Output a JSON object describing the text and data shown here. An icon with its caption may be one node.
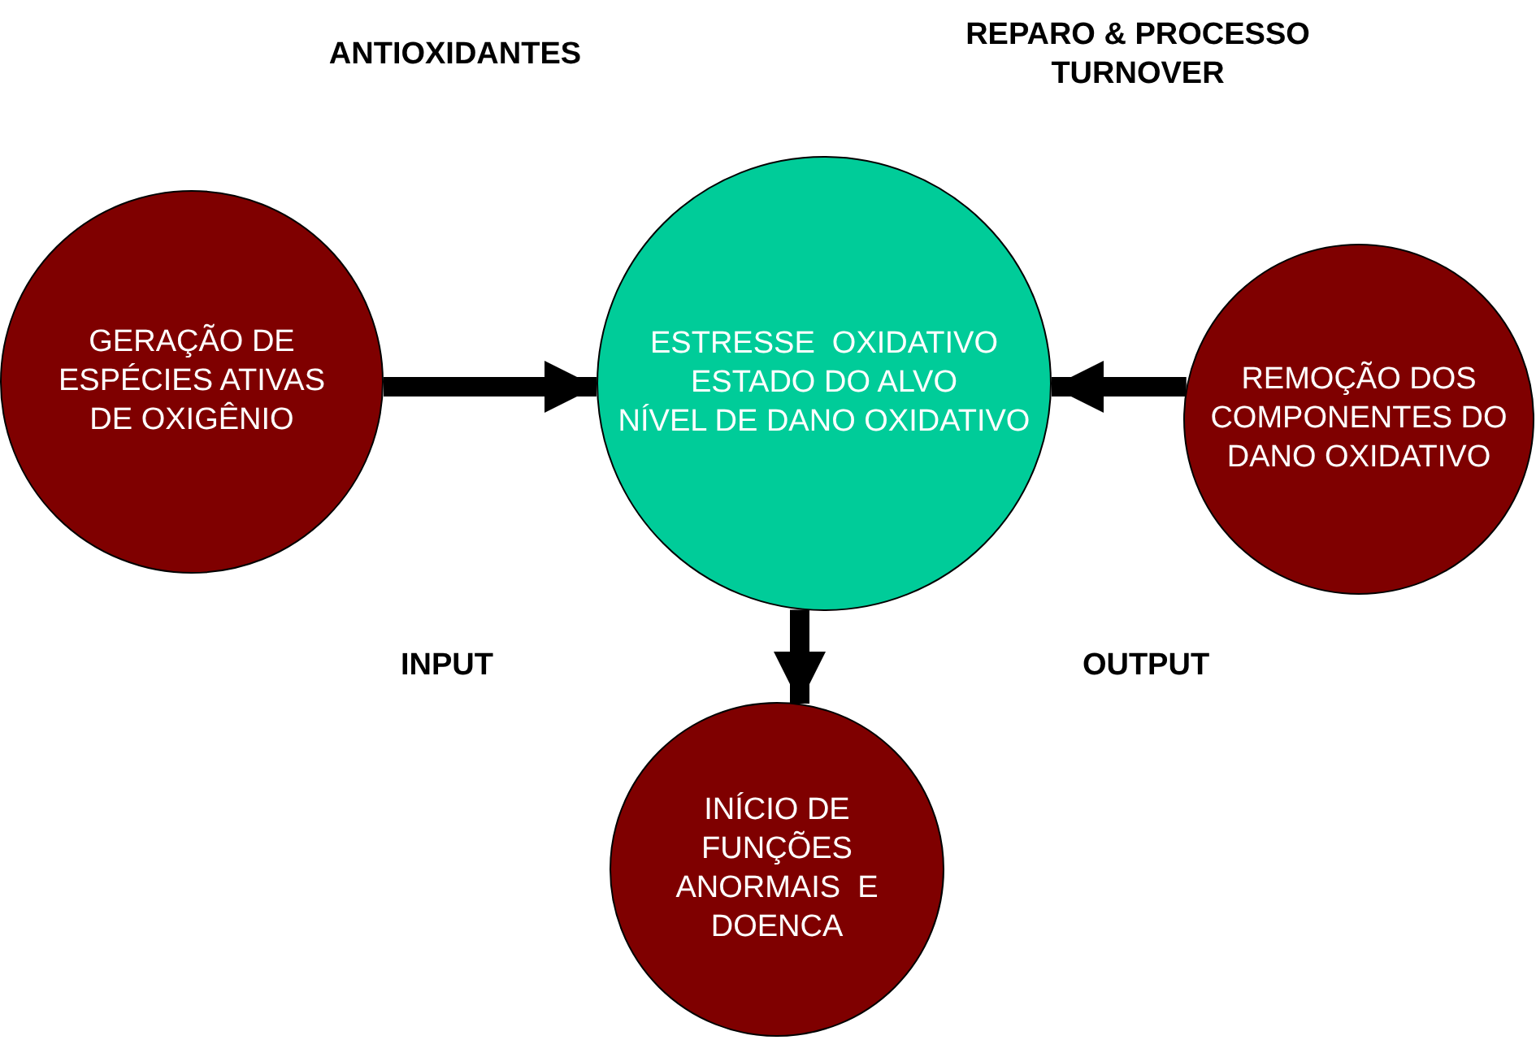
{
  "diagram": {
    "nodes": [
      {
        "text": [
          "GERAÇÃO DE ESPÉCIES ATIVAS DE OXIGÊNIO"
        ]
      },
      {
        "text": [
          "ESTRESSE  OXIDATIVO",
          "ESTADO DO ALVO",
          "NÍVEL DE DANO OXIDATIVO"
        ]
      },
      {
        "text": [
          "REMOÇÃO DOS COMPONENTES DO DANO OXIDATIVO"
        ]
      },
      {
        "text": [
          "INÍCIO DE FUNÇÕES ANORMAIS  E DOENCA"
        ]
      }
    ],
    "edges": [
      {
        "from": 0,
        "to": 1,
        "arrow": "to"
      },
      {
        "from": 2,
        "to": 1,
        "arrow": "to"
      },
      {
        "from": 1,
        "to": 3,
        "arrow": "to"
      }
    ],
    "labels": [
      "ANTIOXIDANTES",
      "REPARO & PROCESSO TURNOVER",
      "INPUT",
      "OUTPUT"
    ]
  }
}
